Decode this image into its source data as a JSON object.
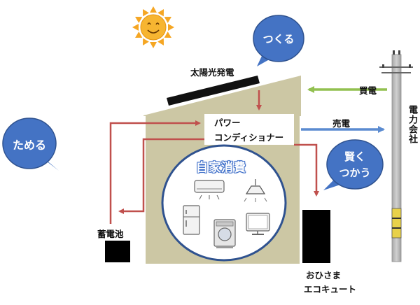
{
  "bubbles": {
    "make": "つくる",
    "store": "ためる",
    "smart_line1": "賢く",
    "smart_line2": "つかう"
  },
  "labels": {
    "solar": "太陽光発電",
    "buy_power": "買電",
    "sell_power": "売電",
    "power_conditioner_line1": "パワー",
    "power_conditioner_line2": "コンディショナー",
    "self_consumption": "自家消費",
    "battery": "蓄電池",
    "ecocute_line1": "おひさま",
    "ecocute_line2": "エコキュート",
    "power_company": "電力会社"
  },
  "icons": [
    "sun-icon",
    "air-conditioner-icon",
    "ceiling-light-icon",
    "refrigerator-icon",
    "washing-machine-icon",
    "tv-icon"
  ],
  "colors": {
    "house": "#ccc7a4",
    "bubble": "#4473c4",
    "arrow_red": "#c0504d",
    "arrow_green": "#92c050",
    "arrow_blue": "#5b8bd0",
    "sun": "#f5a623"
  }
}
